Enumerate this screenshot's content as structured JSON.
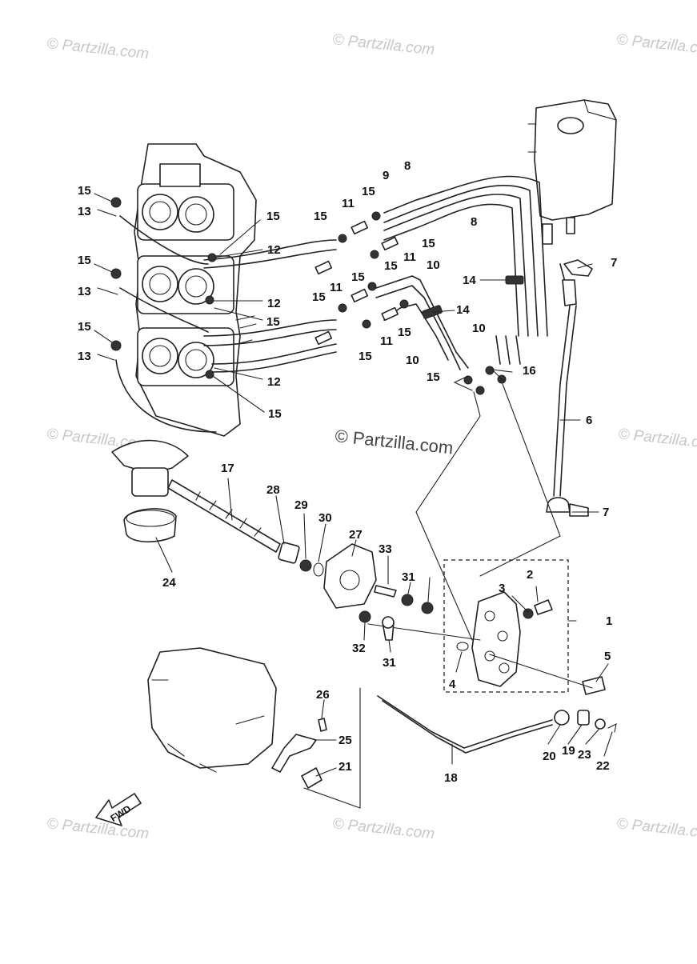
{
  "watermark": {
    "text": "© Partzilla.com",
    "center_text": "© Partzilla.com"
  },
  "fwd_label": "FWD",
  "callouts": [
    {
      "id": "c-1",
      "label": "1"
    },
    {
      "id": "c-2",
      "label": "2"
    },
    {
      "id": "c-3",
      "label": "3"
    },
    {
      "id": "c-4",
      "label": "4"
    },
    {
      "id": "c-5",
      "label": "5"
    },
    {
      "id": "c-6",
      "label": "6"
    },
    {
      "id": "c-7a",
      "label": "7"
    },
    {
      "id": "c-7b",
      "label": "7"
    },
    {
      "id": "c-8a",
      "label": "8"
    },
    {
      "id": "c-8b",
      "label": "8"
    },
    {
      "id": "c-9",
      "label": "9"
    },
    {
      "id": "c-10a",
      "label": "10"
    },
    {
      "id": "c-10b",
      "label": "10"
    },
    {
      "id": "c-10c",
      "label": "10"
    },
    {
      "id": "c-11a",
      "label": "11"
    },
    {
      "id": "c-11b",
      "label": "11"
    },
    {
      "id": "c-11c",
      "label": "11"
    },
    {
      "id": "c-11d",
      "label": "11"
    },
    {
      "id": "c-12a",
      "label": "12"
    },
    {
      "id": "c-12b",
      "label": "12"
    },
    {
      "id": "c-12c",
      "label": "12"
    },
    {
      "id": "c-13a",
      "label": "13"
    },
    {
      "id": "c-13b",
      "label": "13"
    },
    {
      "id": "c-13c",
      "label": "13"
    },
    {
      "id": "c-14a",
      "label": "14"
    },
    {
      "id": "c-14b",
      "label": "14"
    },
    {
      "id": "c-15a",
      "label": "15"
    },
    {
      "id": "c-15b",
      "label": "15"
    },
    {
      "id": "c-15c",
      "label": "15"
    },
    {
      "id": "c-15d",
      "label": "15"
    },
    {
      "id": "c-15e",
      "label": "15"
    },
    {
      "id": "c-15f",
      "label": "15"
    },
    {
      "id": "c-15g",
      "label": "15"
    },
    {
      "id": "c-15h",
      "label": "15"
    },
    {
      "id": "c-15i",
      "label": "15"
    },
    {
      "id": "c-15j",
      "label": "15"
    },
    {
      "id": "c-15k",
      "label": "15"
    },
    {
      "id": "c-15l",
      "label": "15"
    },
    {
      "id": "c-15m",
      "label": "15"
    },
    {
      "id": "c-15n",
      "label": "15"
    },
    {
      "id": "c-15o",
      "label": "15"
    },
    {
      "id": "c-16",
      "label": "16"
    },
    {
      "id": "c-17",
      "label": "17"
    },
    {
      "id": "c-18",
      "label": "18"
    },
    {
      "id": "c-19",
      "label": "19"
    },
    {
      "id": "c-20",
      "label": "20"
    },
    {
      "id": "c-21",
      "label": "21"
    },
    {
      "id": "c-22",
      "label": "22"
    },
    {
      "id": "c-23",
      "label": "23"
    },
    {
      "id": "c-24",
      "label": "24"
    },
    {
      "id": "c-25",
      "label": "25"
    },
    {
      "id": "c-26",
      "label": "26"
    },
    {
      "id": "c-27",
      "label": "27"
    },
    {
      "id": "c-28",
      "label": "28"
    },
    {
      "id": "c-29",
      "label": "29"
    },
    {
      "id": "c-30",
      "label": "30"
    },
    {
      "id": "c-31a",
      "label": "31"
    },
    {
      "id": "c-31b",
      "label": "31"
    },
    {
      "id": "c-32",
      "label": "32"
    },
    {
      "id": "c-33",
      "label": "33"
    }
  ]
}
